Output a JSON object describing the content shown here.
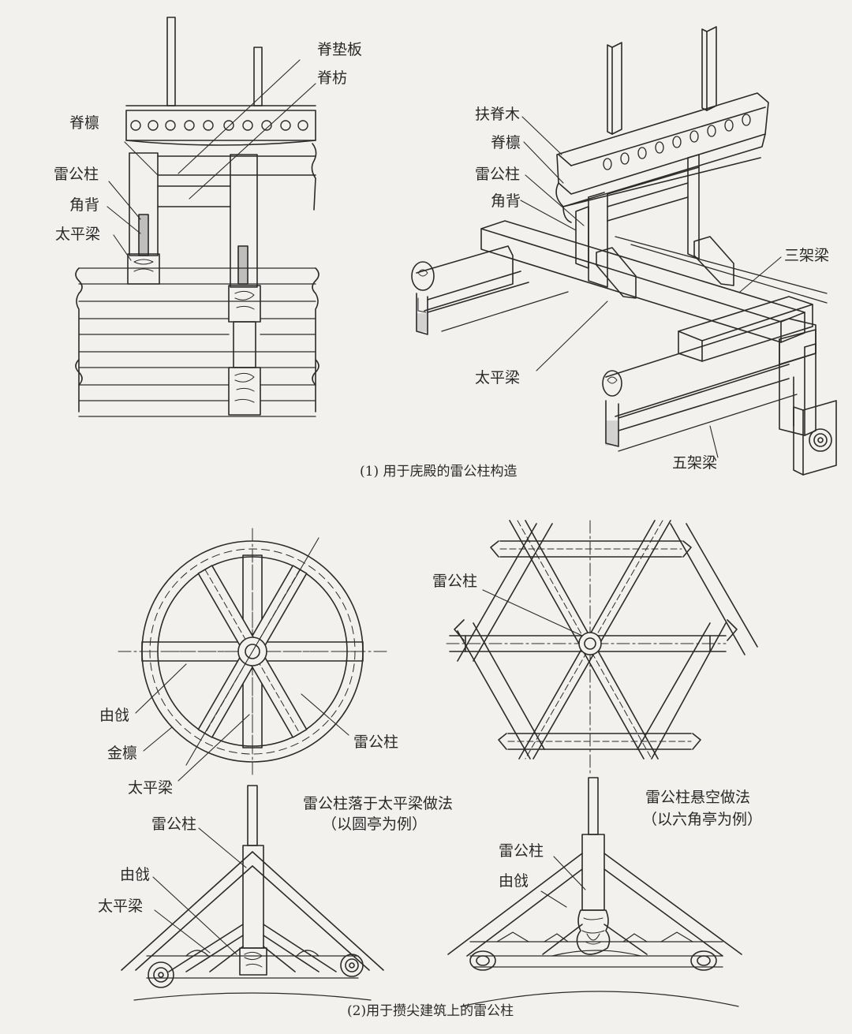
{
  "panel1": {
    "left_labels": {
      "ridge_purlin": "脊檩",
      "ridge_pad": "脊垫板",
      "ridge_tie": "脊枋",
      "king_post": "雷公柱",
      "brace": "角背",
      "collar_beam": "太平梁"
    },
    "right_labels": {
      "ridge_rider": "扶脊木",
      "ridge_purlin": "脊檩",
      "king_post": "雷公柱",
      "brace": "角背",
      "three_span_beam": "三架梁",
      "collar_beam": "太平梁",
      "five_span_beam": "五架梁"
    },
    "caption": "(1) 用于庑殿的雷公柱构造"
  },
  "panel2": {
    "round_labels": {
      "hip_rafter": "由戗",
      "purlin": "金檩",
      "collar_beam": "太平梁",
      "king_post": "雷公柱"
    },
    "round_caption_line1": "雷公柱落于太平梁做法",
    "round_caption_line2": "（以圆亭为例）",
    "hex_labels": {
      "king_post": "雷公柱"
    },
    "hex_caption_line1": "雷公柱悬空做法",
    "hex_caption_line2": "（以六角亭为例）",
    "elev_left_labels": {
      "king_post": "雷公柱",
      "hip_rafter": "由戗",
      "collar_beam": "太平梁"
    },
    "elev_right_labels": {
      "king_post": "雷公柱",
      "hip_rafter": "由戗"
    },
    "caption": "(2)用于攒尖建筑上的雷公柱"
  }
}
